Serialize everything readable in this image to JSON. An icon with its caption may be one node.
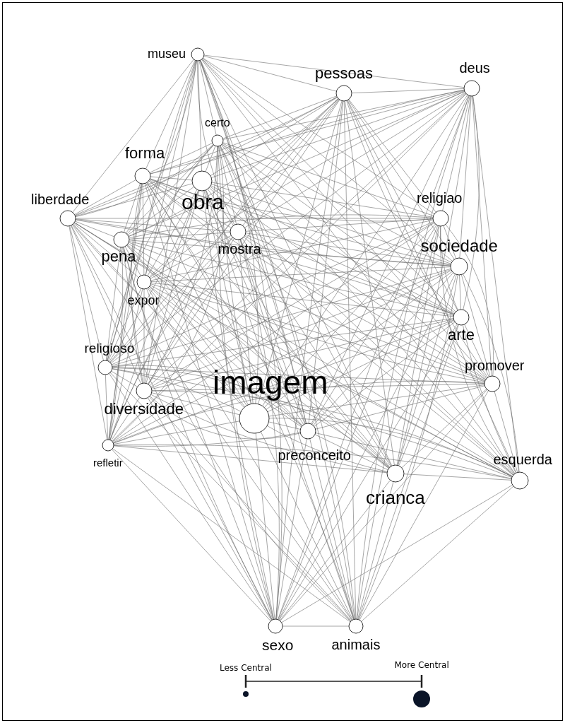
{
  "diagram": {
    "nodes": [
      {
        "text": [
          "museu"
        ]
      },
      {
        "text": [
          "pessoas"
        ]
      },
      {
        "text": [
          "deus"
        ]
      },
      {
        "text": [
          "certo"
        ]
      },
      {
        "text": [
          "forma"
        ]
      },
      {
        "text": [
          "obra"
        ]
      },
      {
        "text": [
          "liberdade"
        ]
      },
      {
        "text": [
          "religiao"
        ]
      },
      {
        "text": [
          "pena"
        ]
      },
      {
        "text": [
          "mostra"
        ]
      },
      {
        "text": [
          "sociedade"
        ]
      },
      {
        "text": [
          "expor"
        ]
      },
      {
        "text": [
          "arte"
        ]
      },
      {
        "text": [
          "religioso"
        ]
      },
      {
        "text": [
          "promover"
        ]
      },
      {
        "text": [
          "diversidade"
        ]
      },
      {
        "text": [
          "imagem"
        ]
      },
      {
        "text": [
          "refletir"
        ]
      },
      {
        "text": [
          "preconceito"
        ]
      },
      {
        "text": [
          "crianca"
        ]
      },
      {
        "text": [
          "esquerda"
        ]
      },
      {
        "text": [
          "sexo"
        ]
      },
      {
        "text": [
          "animais"
        ]
      }
    ],
    "edges": [
      {
        "from": 0,
        "to": 1,
        "arrow": "none"
      },
      {
        "from": 0,
        "to": 2,
        "arrow": "none"
      },
      {
        "from": 0,
        "to": 3,
        "arrow": "none"
      },
      {
        "from": 0,
        "to": 4,
        "arrow": "none"
      },
      {
        "from": 0,
        "to": 5,
        "arrow": "none"
      },
      {
        "from": 0,
        "to": 6,
        "arrow": "none"
      },
      {
        "from": 0,
        "to": 7,
        "arrow": "none"
      },
      {
        "from": 0,
        "to": 8,
        "arrow": "none"
      },
      {
        "from": 0,
        "to": 9,
        "arrow": "none"
      },
      {
        "from": 0,
        "to": 10,
        "arrow": "none"
      },
      {
        "from": 0,
        "to": 11,
        "arrow": "none"
      },
      {
        "from": 0,
        "to": 12,
        "arrow": "none"
      },
      {
        "from": 0,
        "to": 13,
        "arrow": "none"
      },
      {
        "from": 0,
        "to": 14,
        "arrow": "none"
      },
      {
        "from": 0,
        "to": 15,
        "arrow": "none"
      },
      {
        "from": 0,
        "to": 16,
        "arrow": "none"
      },
      {
        "from": 0,
        "to": 17,
        "arrow": "none"
      },
      {
        "from": 0,
        "to": 18,
        "arrow": "none"
      },
      {
        "from": 0,
        "to": 19,
        "arrow": "none"
      },
      {
        "from": 0,
        "to": 20,
        "arrow": "none"
      },
      {
        "from": 0,
        "to": 21,
        "arrow": "none"
      },
      {
        "from": 0,
        "to": 22,
        "arrow": "none"
      },
      {
        "from": 1,
        "to": 2,
        "arrow": "none"
      },
      {
        "from": 1,
        "to": 3,
        "arrow": "none"
      },
      {
        "from": 1,
        "to": 4,
        "arrow": "none"
      },
      {
        "from": 1,
        "to": 5,
        "arrow": "none"
      },
      {
        "from": 1,
        "to": 6,
        "arrow": "none"
      },
      {
        "from": 1,
        "to": 7,
        "arrow": "none"
      },
      {
        "from": 1,
        "to": 8,
        "arrow": "none"
      },
      {
        "from": 1,
        "to": 9,
        "arrow": "none"
      },
      {
        "from": 1,
        "to": 10,
        "arrow": "none"
      },
      {
        "from": 1,
        "to": 11,
        "arrow": "none"
      },
      {
        "from": 1,
        "to": 12,
        "arrow": "none"
      },
      {
        "from": 1,
        "to": 13,
        "arrow": "none"
      },
      {
        "from": 1,
        "to": 14,
        "arrow": "none"
      },
      {
        "from": 1,
        "to": 15,
        "arrow": "none"
      },
      {
        "from": 1,
        "to": 16,
        "arrow": "none"
      },
      {
        "from": 1,
        "to": 17,
        "arrow": "none"
      },
      {
        "from": 1,
        "to": 18,
        "arrow": "none"
      },
      {
        "from": 1,
        "to": 19,
        "arrow": "none"
      },
      {
        "from": 1,
        "to": 20,
        "arrow": "none"
      },
      {
        "from": 1,
        "to": 21,
        "arrow": "none"
      },
      {
        "from": 1,
        "to": 22,
        "arrow": "none"
      },
      {
        "from": 2,
        "to": 3,
        "arrow": "none"
      },
      {
        "from": 2,
        "to": 4,
        "arrow": "none"
      },
      {
        "from": 2,
        "to": 5,
        "arrow": "none"
      },
      {
        "from": 2,
        "to": 6,
        "arrow": "none"
      },
      {
        "from": 2,
        "to": 7,
        "arrow": "none"
      },
      {
        "from": 2,
        "to": 8,
        "arrow": "none"
      },
      {
        "from": 2,
        "to": 9,
        "arrow": "none"
      },
      {
        "from": 2,
        "to": 10,
        "arrow": "none"
      },
      {
        "from": 2,
        "to": 11,
        "arrow": "none"
      },
      {
        "from": 2,
        "to": 12,
        "arrow": "none"
      },
      {
        "from": 2,
        "to": 13,
        "arrow": "none"
      },
      {
        "from": 2,
        "to": 14,
        "arrow": "none"
      },
      {
        "from": 2,
        "to": 15,
        "arrow": "none"
      },
      {
        "from": 2,
        "to": 16,
        "arrow": "none"
      },
      {
        "from": 2,
        "to": 17,
        "arrow": "none"
      },
      {
        "from": 2,
        "to": 18,
        "arrow": "none"
      },
      {
        "from": 2,
        "to": 19,
        "arrow": "none"
      },
      {
        "from": 2,
        "to": 20,
        "arrow": "none"
      },
      {
        "from": 2,
        "to": 21,
        "arrow": "none"
      },
      {
        "from": 2,
        "to": 22,
        "arrow": "none"
      },
      {
        "from": 3,
        "to": 4,
        "arrow": "none"
      },
      {
        "from": 3,
        "to": 5,
        "arrow": "none"
      },
      {
        "from": 3,
        "to": 6,
        "arrow": "none"
      },
      {
        "from": 3,
        "to": 7,
        "arrow": "none"
      },
      {
        "from": 3,
        "to": 8,
        "arrow": "none"
      },
      {
        "from": 3,
        "to": 9,
        "arrow": "none"
      },
      {
        "from": 3,
        "to": 10,
        "arrow": "none"
      },
      {
        "from": 3,
        "to": 11,
        "arrow": "none"
      },
      {
        "from": 3,
        "to": 12,
        "arrow": "none"
      },
      {
        "from": 3,
        "to": 13,
        "arrow": "none"
      },
      {
        "from": 3,
        "to": 14,
        "arrow": "none"
      },
      {
        "from": 3,
        "to": 15,
        "arrow": "none"
      },
      {
        "from": 3,
        "to": 16,
        "arrow": "none"
      },
      {
        "from": 3,
        "to": 17,
        "arrow": "none"
      },
      {
        "from": 3,
        "to": 18,
        "arrow": "none"
      },
      {
        "from": 3,
        "to": 19,
        "arrow": "none"
      },
      {
        "from": 3,
        "to": 20,
        "arrow": "none"
      },
      {
        "from": 3,
        "to": 21,
        "arrow": "none"
      },
      {
        "from": 3,
        "to": 22,
        "arrow": "none"
      },
      {
        "from": 4,
        "to": 5,
        "arrow": "none"
      },
      {
        "from": 4,
        "to": 6,
        "arrow": "none"
      },
      {
        "from": 4,
        "to": 7,
        "arrow": "none"
      },
      {
        "from": 4,
        "to": 8,
        "arrow": "none"
      },
      {
        "from": 4,
        "to": 9,
        "arrow": "none"
      },
      {
        "from": 4,
        "to": 10,
        "arrow": "none"
      },
      {
        "from": 4,
        "to": 11,
        "arrow": "none"
      },
      {
        "from": 4,
        "to": 12,
        "arrow": "none"
      },
      {
        "from": 4,
        "to": 13,
        "arrow": "none"
      },
      {
        "from": 4,
        "to": 14,
        "arrow": "none"
      },
      {
        "from": 4,
        "to": 15,
        "arrow": "none"
      },
      {
        "from": 4,
        "to": 16,
        "arrow": "none"
      },
      {
        "from": 4,
        "to": 17,
        "arrow": "none"
      },
      {
        "from": 4,
        "to": 18,
        "arrow": "none"
      },
      {
        "from": 4,
        "to": 19,
        "arrow": "none"
      },
      {
        "from": 4,
        "to": 20,
        "arrow": "none"
      },
      {
        "from": 4,
        "to": 21,
        "arrow": "none"
      },
      {
        "from": 4,
        "to": 22,
        "arrow": "none"
      },
      {
        "from": 5,
        "to": 6,
        "arrow": "none"
      },
      {
        "from": 5,
        "to": 7,
        "arrow": "none"
      },
      {
        "from": 5,
        "to": 8,
        "arrow": "none"
      },
      {
        "from": 5,
        "to": 9,
        "arrow": "none"
      },
      {
        "from": 5,
        "to": 10,
        "arrow": "none"
      },
      {
        "from": 5,
        "to": 11,
        "arrow": "none"
      },
      {
        "from": 5,
        "to": 12,
        "arrow": "none"
      },
      {
        "from": 5,
        "to": 13,
        "arrow": "none"
      },
      {
        "from": 5,
        "to": 14,
        "arrow": "none"
      },
      {
        "from": 5,
        "to": 15,
        "arrow": "none"
      },
      {
        "from": 5,
        "to": 16,
        "arrow": "none"
      },
      {
        "from": 5,
        "to": 17,
        "arrow": "none"
      },
      {
        "from": 5,
        "to": 18,
        "arrow": "none"
      },
      {
        "from": 5,
        "to": 19,
        "arrow": "none"
      },
      {
        "from": 5,
        "to": 20,
        "arrow": "none"
      },
      {
        "from": 5,
        "to": 21,
        "arrow": "none"
      },
      {
        "from": 5,
        "to": 22,
        "arrow": "none"
      },
      {
        "from": 6,
        "to": 7,
        "arrow": "none"
      },
      {
        "from": 6,
        "to": 8,
        "arrow": "none"
      },
      {
        "from": 6,
        "to": 9,
        "arrow": "none"
      },
      {
        "from": 6,
        "to": 10,
        "arrow": "none"
      },
      {
        "from": 6,
        "to": 11,
        "arrow": "none"
      },
      {
        "from": 6,
        "to": 12,
        "arrow": "none"
      },
      {
        "from": 6,
        "to": 13,
        "arrow": "none"
      },
      {
        "from": 6,
        "to": 14,
        "arrow": "none"
      },
      {
        "from": 6,
        "to": 15,
        "arrow": "none"
      },
      {
        "from": 6,
        "to": 16,
        "arrow": "none"
      },
      {
        "from": 6,
        "to": 17,
        "arrow": "none"
      },
      {
        "from": 6,
        "to": 18,
        "arrow": "none"
      },
      {
        "from": 6,
        "to": 19,
        "arrow": "none"
      },
      {
        "from": 6,
        "to": 20,
        "arrow": "none"
      },
      {
        "from": 6,
        "to": 21,
        "arrow": "none"
      },
      {
        "from": 6,
        "to": 22,
        "arrow": "none"
      },
      {
        "from": 7,
        "to": 8,
        "arrow": "none"
      },
      {
        "from": 7,
        "to": 9,
        "arrow": "none"
      },
      {
        "from": 7,
        "to": 10,
        "arrow": "none"
      },
      {
        "from": 7,
        "to": 11,
        "arrow": "none"
      },
      {
        "from": 7,
        "to": 12,
        "arrow": "none"
      },
      {
        "from": 7,
        "to": 13,
        "arrow": "none"
      },
      {
        "from": 7,
        "to": 14,
        "arrow": "none"
      },
      {
        "from": 7,
        "to": 15,
        "arrow": "none"
      },
      {
        "from": 7,
        "to": 16,
        "arrow": "none"
      },
      {
        "from": 7,
        "to": 17,
        "arrow": "none"
      },
      {
        "from": 7,
        "to": 18,
        "arrow": "none"
      },
      {
        "from": 7,
        "to": 19,
        "arrow": "none"
      },
      {
        "from": 7,
        "to": 20,
        "arrow": "none"
      },
      {
        "from": 7,
        "to": 21,
        "arrow": "none"
      },
      {
        "from": 7,
        "to": 22,
        "arrow": "none"
      },
      {
        "from": 8,
        "to": 9,
        "arrow": "none"
      },
      {
        "from": 8,
        "to": 10,
        "arrow": "none"
      },
      {
        "from": 8,
        "to": 11,
        "arrow": "none"
      },
      {
        "from": 8,
        "to": 12,
        "arrow": "none"
      },
      {
        "from": 8,
        "to": 13,
        "arrow": "none"
      },
      {
        "from": 8,
        "to": 14,
        "arrow": "none"
      },
      {
        "from": 8,
        "to": 15,
        "arrow": "none"
      },
      {
        "from": 8,
        "to": 16,
        "arrow": "none"
      },
      {
        "from": 8,
        "to": 17,
        "arrow": "none"
      },
      {
        "from": 8,
        "to": 18,
        "arrow": "none"
      },
      {
        "from": 8,
        "to": 19,
        "arrow": "none"
      },
      {
        "from": 8,
        "to": 20,
        "arrow": "none"
      },
      {
        "from": 8,
        "to": 21,
        "arrow": "none"
      },
      {
        "from": 8,
        "to": 22,
        "arrow": "none"
      },
      {
        "from": 9,
        "to": 10,
        "arrow": "none"
      },
      {
        "from": 9,
        "to": 11,
        "arrow": "none"
      },
      {
        "from": 9,
        "to": 12,
        "arrow": "none"
      },
      {
        "from": 9,
        "to": 13,
        "arrow": "none"
      },
      {
        "from": 9,
        "to": 14,
        "arrow": "none"
      },
      {
        "from": 9,
        "to": 15,
        "arrow": "none"
      },
      {
        "from": 9,
        "to": 16,
        "arrow": "none"
      },
      {
        "from": 9,
        "to": 17,
        "arrow": "none"
      },
      {
        "from": 9,
        "to": 18,
        "arrow": "none"
      },
      {
        "from": 9,
        "to": 19,
        "arrow": "none"
      },
      {
        "from": 9,
        "to": 20,
        "arrow": "none"
      },
      {
        "from": 9,
        "to": 21,
        "arrow": "none"
      },
      {
        "from": 9,
        "to": 22,
        "arrow": "none"
      },
      {
        "from": 10,
        "to": 11,
        "arrow": "none"
      },
      {
        "from": 10,
        "to": 12,
        "arrow": "none"
      },
      {
        "from": 10,
        "to": 13,
        "arrow": "none"
      },
      {
        "from": 10,
        "to": 14,
        "arrow": "none"
      },
      {
        "from": 10,
        "to": 15,
        "arrow": "none"
      },
      {
        "from": 10,
        "to": 16,
        "arrow": "none"
      },
      {
        "from": 10,
        "to": 17,
        "arrow": "none"
      },
      {
        "from": 10,
        "to": 18,
        "arrow": "none"
      },
      {
        "from": 10,
        "to": 19,
        "arrow": "none"
      },
      {
        "from": 10,
        "to": 20,
        "arrow": "none"
      },
      {
        "from": 10,
        "to": 21,
        "arrow": "none"
      },
      {
        "from": 10,
        "to": 22,
        "arrow": "none"
      },
      {
        "from": 11,
        "to": 12,
        "arrow": "none"
      },
      {
        "from": 11,
        "to": 13,
        "arrow": "none"
      },
      {
        "from": 11,
        "to": 14,
        "arrow": "none"
      },
      {
        "from": 11,
        "to": 15,
        "arrow": "none"
      },
      {
        "from": 11,
        "to": 16,
        "arrow": "none"
      },
      {
        "from": 11,
        "to": 17,
        "arrow": "none"
      },
      {
        "from": 11,
        "to": 18,
        "arrow": "none"
      },
      {
        "from": 11,
        "to": 19,
        "arrow": "none"
      },
      {
        "from": 11,
        "to": 20,
        "arrow": "none"
      },
      {
        "from": 11,
        "to": 21,
        "arrow": "none"
      },
      {
        "from": 11,
        "to": 22,
        "arrow": "none"
      },
      {
        "from": 12,
        "to": 13,
        "arrow": "none"
      },
      {
        "from": 12,
        "to": 14,
        "arrow": "none"
      },
      {
        "from": 12,
        "to": 15,
        "arrow": "none"
      },
      {
        "from": 12,
        "to": 16,
        "arrow": "none"
      },
      {
        "from": 12,
        "to": 17,
        "arrow": "none"
      },
      {
        "from": 12,
        "to": 18,
        "arrow": "none"
      },
      {
        "from": 12,
        "to": 19,
        "arrow": "none"
      },
      {
        "from": 12,
        "to": 20,
        "arrow": "none"
      },
      {
        "from": 12,
        "to": 21,
        "arrow": "none"
      },
      {
        "from": 12,
        "to": 22,
        "arrow": "none"
      },
      {
        "from": 13,
        "to": 14,
        "arrow": "none"
      },
      {
        "from": 13,
        "to": 15,
        "arrow": "none"
      },
      {
        "from": 13,
        "to": 16,
        "arrow": "none"
      },
      {
        "from": 13,
        "to": 17,
        "arrow": "none"
      },
      {
        "from": 13,
        "to": 18,
        "arrow": "none"
      },
      {
        "from": 13,
        "to": 19,
        "arrow": "none"
      },
      {
        "from": 13,
        "to": 20,
        "arrow": "none"
      },
      {
        "from": 13,
        "to": 21,
        "arrow": "none"
      },
      {
        "from": 13,
        "to": 22,
        "arrow": "none"
      },
      {
        "from": 14,
        "to": 15,
        "arrow": "none"
      },
      {
        "from": 14,
        "to": 16,
        "arrow": "none"
      },
      {
        "from": 14,
        "to": 17,
        "arrow": "none"
      },
      {
        "from": 14,
        "to": 18,
        "arrow": "none"
      },
      {
        "from": 14,
        "to": 19,
        "arrow": "none"
      },
      {
        "from": 14,
        "to": 20,
        "arrow": "none"
      },
      {
        "from": 14,
        "to": 21,
        "arrow": "none"
      },
      {
        "from": 14,
        "to": 22,
        "arrow": "none"
      },
      {
        "from": 15,
        "to": 16,
        "arrow": "none"
      },
      {
        "from": 15,
        "to": 17,
        "arrow": "none"
      },
      {
        "from": 15,
        "to": 18,
        "arrow": "none"
      },
      {
        "from": 15,
        "to": 19,
        "arrow": "none"
      },
      {
        "from": 15,
        "to": 20,
        "arrow": "none"
      },
      {
        "from": 15,
        "to": 21,
        "arrow": "none"
      },
      {
        "from": 15,
        "to": 22,
        "arrow": "none"
      },
      {
        "from": 16,
        "to": 17,
        "arrow": "none"
      },
      {
        "from": 16,
        "to": 18,
        "arrow": "none"
      },
      {
        "from": 16,
        "to": 19,
        "arrow": "none"
      },
      {
        "from": 16,
        "to": 20,
        "arrow": "none"
      },
      {
        "from": 16,
        "to": 21,
        "arrow": "none"
      },
      {
        "from": 16,
        "to": 22,
        "arrow": "none"
      },
      {
        "from": 17,
        "to": 18,
        "arrow": "none"
      },
      {
        "from": 17,
        "to": 19,
        "arrow": "none"
      },
      {
        "from": 17,
        "to": 20,
        "arrow": "none"
      },
      {
        "from": 17,
        "to": 21,
        "arrow": "none"
      },
      {
        "from": 17,
        "to": 22,
        "arrow": "none"
      },
      {
        "from": 18,
        "to": 19,
        "arrow": "none"
      },
      {
        "from": 18,
        "to": 20,
        "arrow": "none"
      },
      {
        "from": 18,
        "to": 21,
        "arrow": "none"
      },
      {
        "from": 18,
        "to": 22,
        "arrow": "none"
      },
      {
        "from": 19,
        "to": 20,
        "arrow": "none"
      },
      {
        "from": 19,
        "to": 21,
        "arrow": "none"
      },
      {
        "from": 19,
        "to": 22,
        "arrow": "none"
      },
      {
        "from": 20,
        "to": 21,
        "arrow": "none"
      },
      {
        "from": 20,
        "to": 22,
        "arrow": "none"
      },
      {
        "from": 21,
        "to": 22,
        "arrow": "none"
      }
    ],
    "legend": [
      {
        "text": "Less Central"
      },
      {
        "text": "More Central"
      }
    ]
  }
}
